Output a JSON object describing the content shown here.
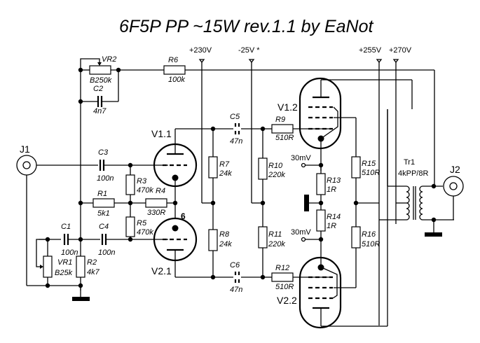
{
  "title": "6F5P PP ~15W rev.1.1 by EaNot",
  "supplies": {
    "v230": "+230V",
    "vneg25": "-25V *",
    "v255": "+255V",
    "v270": "+270V"
  },
  "connectors": {
    "j1": "J1",
    "j2": "J2"
  },
  "tubes": {
    "v11": "V1.1",
    "v21": "V2.1",
    "v12": "V1.2",
    "v22": "V2.2",
    "pin_mark": "6"
  },
  "components": {
    "vr2": {
      "ref": "VR2",
      "value": "B250k"
    },
    "c2": {
      "ref": "C2",
      "value": "4n7"
    },
    "r6": {
      "ref": "R6",
      "value": "100k"
    },
    "c3": {
      "ref": "C3",
      "value": "100n"
    },
    "r1": {
      "ref": "R1",
      "value": "5k1"
    },
    "r3": {
      "ref": "R3",
      "value": "470k"
    },
    "r4": {
      "ref": "R4",
      "value": "330R"
    },
    "r5": {
      "ref": "R5",
      "value": "470k"
    },
    "c1": {
      "ref": "C1",
      "value": "100n"
    },
    "c4": {
      "ref": "C4",
      "value": "100n"
    },
    "vr1": {
      "ref": "VR1",
      "value": "B25k"
    },
    "r2": {
      "ref": "R2",
      "value": "4k7"
    },
    "r7": {
      "ref": "R7",
      "value": "24k"
    },
    "r8": {
      "ref": "R8",
      "value": "24k"
    },
    "c5": {
      "ref": "C5",
      "value": "47n"
    },
    "c6": {
      "ref": "C6",
      "value": "47n"
    },
    "r9": {
      "ref": "R9",
      "value": "510R"
    },
    "r12": {
      "ref": "R12",
      "value": "510R"
    },
    "r10": {
      "ref": "R10",
      "value": "220k"
    },
    "r11": {
      "ref": "R11",
      "value": "220k"
    },
    "r13": {
      "ref": "R13",
      "value": "1R"
    },
    "r14": {
      "ref": "R14",
      "value": "1R"
    },
    "r15": {
      "ref": "R15",
      "value": "510R"
    },
    "r16": {
      "ref": "R16",
      "value": "510R"
    },
    "tr1": {
      "ref": "Tr1",
      "value": "4kPP/8R"
    }
  },
  "test_points": {
    "tp1": "30mV",
    "tp2": "30mV"
  }
}
